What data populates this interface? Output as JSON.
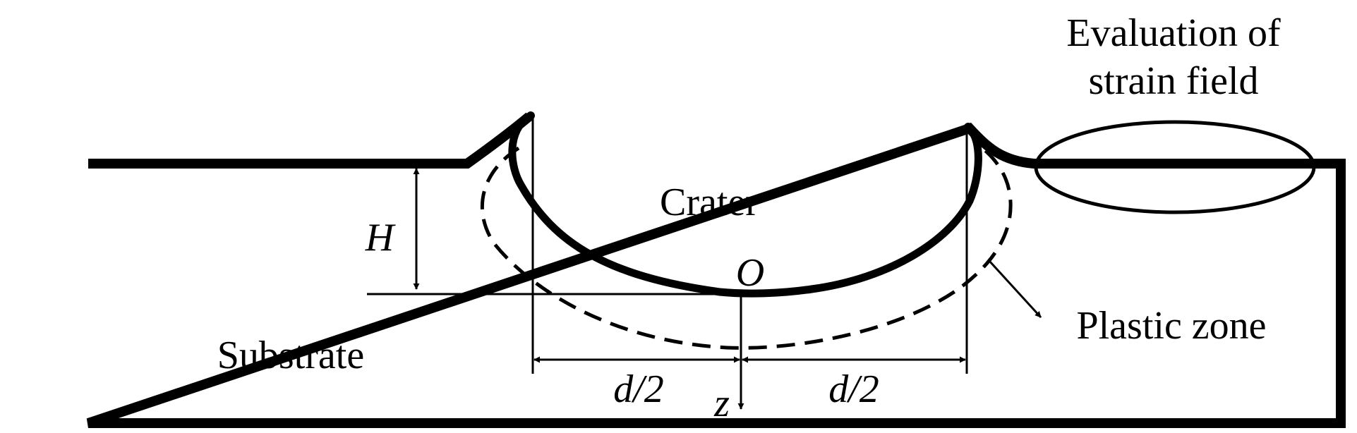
{
  "labels": {
    "evaluation_line1": "Evaluation of",
    "evaluation_line2": "strain field",
    "crater": "Crater",
    "substrate": "Substrate",
    "plastic_zone": "Plastic zone",
    "depth": "H",
    "origin": "O",
    "half_diameter_left": "d/2",
    "half_diameter_right": "d/2",
    "z_axis": "z"
  },
  "colors": {
    "ink": "#000000",
    "background": "#ffffff"
  }
}
